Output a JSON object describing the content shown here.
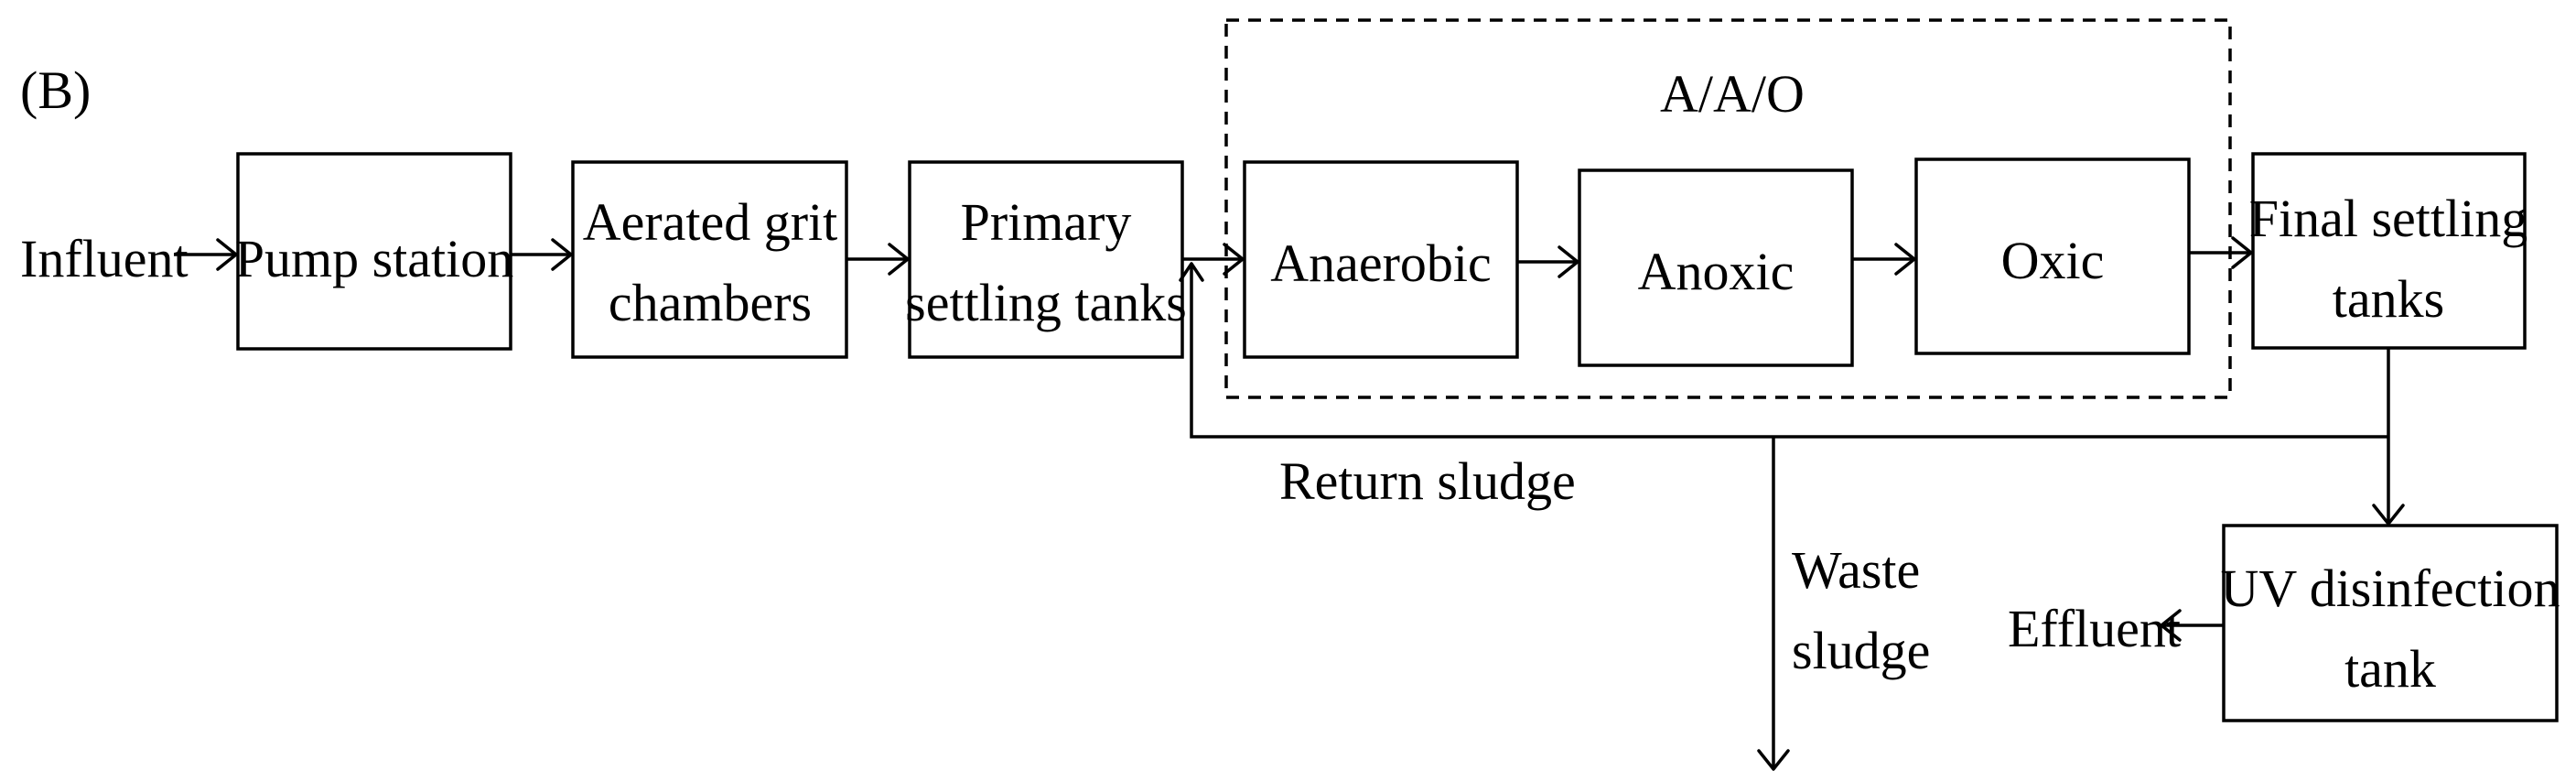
{
  "figure_label": "(B)",
  "group_label": "A/A/O",
  "labels": {
    "influent": "Influent",
    "effluent": "Effluent",
    "return_sludge": "Return sludge",
    "waste_sludge_line1": "Waste",
    "waste_sludge_line2": "sludge"
  },
  "boxes": {
    "pump_station": {
      "lines": [
        "Pump station"
      ]
    },
    "aerated_grit_chambers": {
      "lines": [
        "Aerated grit",
        "chambers"
      ]
    },
    "primary_settling_tanks": {
      "lines": [
        "Primary",
        "settling tanks"
      ]
    },
    "anaerobic": {
      "lines": [
        "Anaerobic"
      ]
    },
    "anoxic": {
      "lines": [
        "Anoxic"
      ]
    },
    "oxic": {
      "lines": [
        "Oxic"
      ]
    },
    "final_settling_tanks": {
      "lines": [
        "Final settling",
        "tanks"
      ]
    },
    "uv_disinfection_tank": {
      "lines": [
        "UV disinfection",
        "tank"
      ]
    }
  }
}
